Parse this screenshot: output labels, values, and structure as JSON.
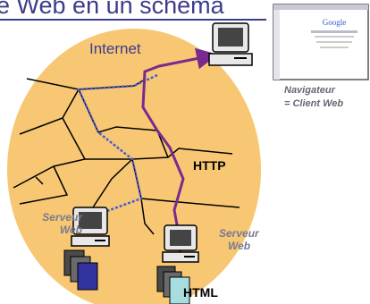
{
  "title": "e Web en un schéma",
  "labels": {
    "internet": "Internet",
    "http": "HTTP",
    "html": "HTML",
    "server_left_line1": "Serveur",
    "server_left_line2": "Web",
    "server_right_line1": "Serveur",
    "server_right_line2": "Web",
    "browser_line1": "Navigateur",
    "browser_line2": "= Client Web"
  },
  "screenshot_text": {
    "logo": "Google"
  },
  "colors": {
    "title": "#3c3c8c",
    "cloud": "#f7c774",
    "route_purple": "#7a2a8c",
    "route_blue": "#4d5ad0",
    "lines": "#000000"
  }
}
